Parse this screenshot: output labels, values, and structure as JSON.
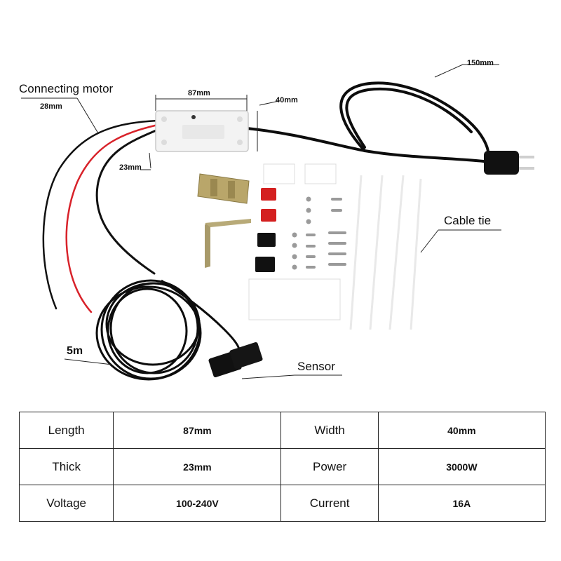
{
  "labels": {
    "connecting_motor": "Connecting motor",
    "width_28": "28mm",
    "length_87": "87mm",
    "width_40": "40mm",
    "thick_23": "23mm",
    "cord_150": "150mm",
    "cable_tie": "Cable tie",
    "length_5m": "5m",
    "sensor": "Sensor"
  },
  "specs": [
    {
      "k1": "Length",
      "v1": "87mm",
      "k2": "Width",
      "v2": "40mm"
    },
    {
      "k1": "Thick",
      "v1": "23mm",
      "k2": "Power",
      "v2": "3000W"
    },
    {
      "k1": "Voltage",
      "v1": "100-240V",
      "k2": "Current",
      "v2": "16A"
    }
  ],
  "colors": {
    "wire_red": "#d8222a",
    "wire_black": "#111111",
    "module_white": "#f3f3f3",
    "accent_red": "#d42020"
  }
}
